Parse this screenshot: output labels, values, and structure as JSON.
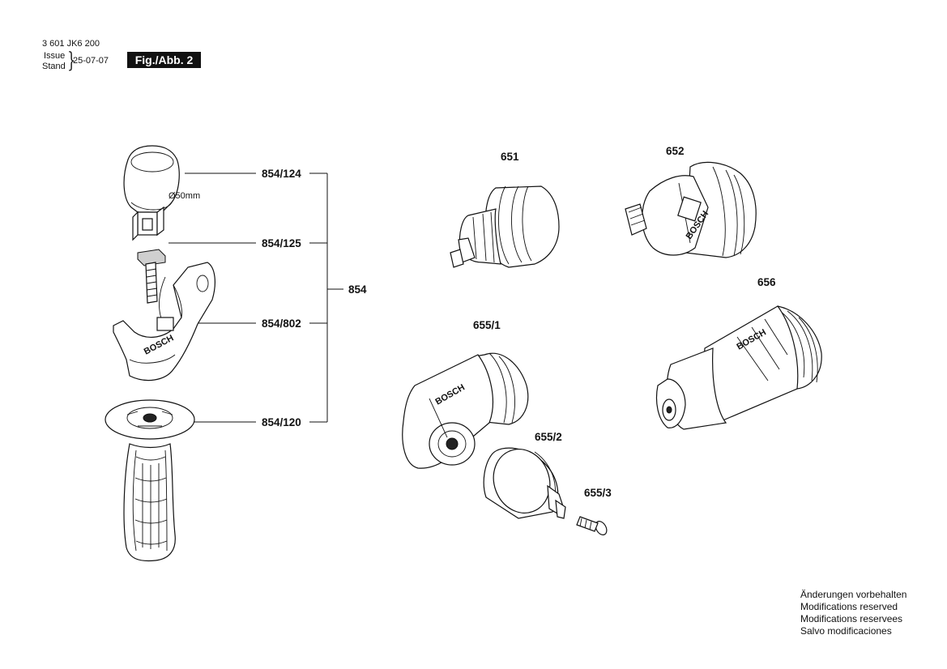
{
  "header": {
    "doc_number": "3 601 JK6 200",
    "issue_label": "Issue",
    "stand_label": "Stand",
    "date": "25-07-07",
    "figure_label": "Fig./Abb. 2"
  },
  "labels": {
    "p854_124": "854/124",
    "p854_125": "854/125",
    "p854": "854",
    "p854_802": "854/802",
    "p854_120": "854/120",
    "p651": "651",
    "p652": "652",
    "p656": "656",
    "p655_1": "655/1",
    "p655_2": "655/2",
    "p655_3": "655/3"
  },
  "dimension": "Ø50mm",
  "brand_marks": {
    "handle_holder": "BOSCH",
    "bit_holder": "BOSCH",
    "sds_adapter": "BOSCH",
    "angle_adapter": "BOSCH"
  },
  "notes": [
    "Änderungen vorbehalten",
    "Modifications reserved",
    "Modifications reservees",
    "Salvo modificaciones"
  ]
}
